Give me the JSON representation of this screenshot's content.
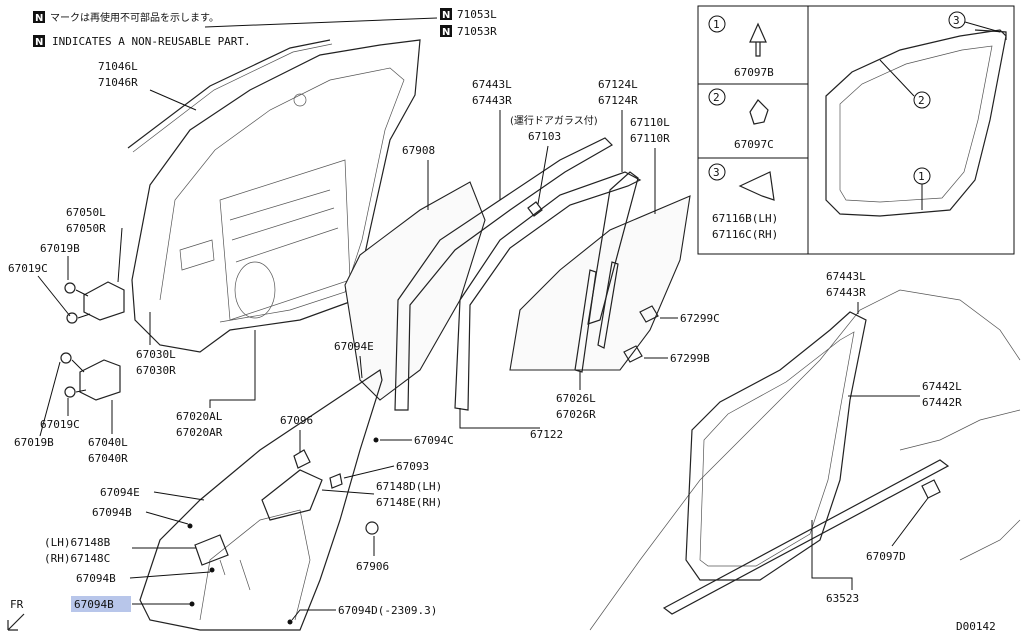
{
  "notes": {
    "jp": "マークは再使用不可部品を示します。",
    "en": "INDICATES A NON-REUSABLE PART.",
    "n_marker": "N"
  },
  "labels": {
    "p71053": [
      "71053L",
      "71053R"
    ],
    "p71046": [
      "71046L",
      "71046R"
    ],
    "p67050": [
      "67050L",
      "67050R"
    ],
    "p67019b_top": "67019B",
    "p67019c_top": "67019C",
    "p67030": [
      "67030L",
      "67030R"
    ],
    "p67019c_bot": "67019C",
    "p67019b_bot": "67019B",
    "p67040": [
      "67040L",
      "67040R"
    ],
    "p67020": [
      "67020AL",
      "67020AR"
    ],
    "p67908": "67908",
    "p67443_mid": [
      "67443L",
      "67443R"
    ],
    "p67103_note": "(運行ドアガラス付)",
    "p67103": "67103",
    "p67124": [
      "67124L",
      "67124R"
    ],
    "p67110": [
      "67110L",
      "67110R"
    ],
    "p67299c": "67299C",
    "p67299b": "67299B",
    "p67026": [
      "67026L",
      "67026R"
    ],
    "p67122": "67122",
    "p67094e_top": "67094E",
    "p67096": "67096",
    "p67094c": "67094C",
    "p67093": "67093",
    "p67148d": [
      "67148D(LH)",
      "67148E(RH)"
    ],
    "p67094e_mid": "67094E",
    "p67094b_mid": "67094B",
    "p67148b": [
      "(LH)67148B",
      "(RH)67148C"
    ],
    "p67094b_low": "67094B",
    "p67906": "67906",
    "p67094b_hl": "67094B",
    "p67094d": "67094D(-2309.3)",
    "fr": "FR",
    "p67443_right": [
      "67443L",
      "67443R"
    ],
    "p67442": [
      "67442L",
      "67442R"
    ],
    "p67097d": "67097D",
    "p63523": "63523",
    "code": "D00142"
  },
  "inset": {
    "items": [
      {
        "num": "1",
        "part": "67097B"
      },
      {
        "num": "2",
        "part": "67097C"
      },
      {
        "num": "3",
        "part": [
          "67116B(LH)",
          "67116C(RH)"
        ]
      }
    ],
    "callouts": [
      "3",
      "2",
      "1"
    ]
  },
  "colors": {
    "highlight": "#b8c6ea",
    "line": "#111111"
  }
}
